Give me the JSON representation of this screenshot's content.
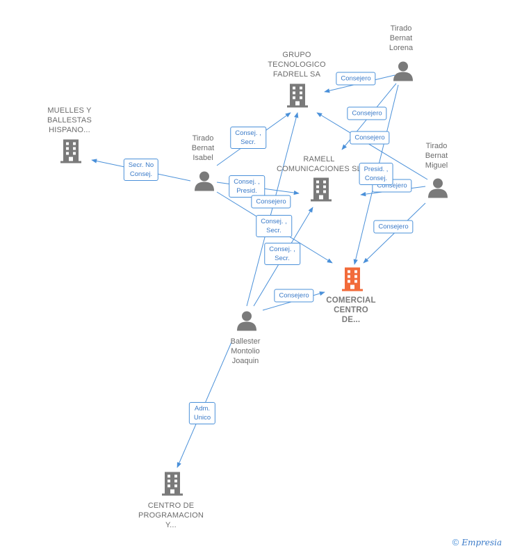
{
  "colors": {
    "edge": "#4a90d9",
    "node": "#7a7a7a",
    "focus": "#f26b3a"
  },
  "nodes": {
    "grupo": "GRUPO\nTECNOLOGICO\nFADRELL SA",
    "muelles": "MUELLES Y\nBALLESTAS\nHISPANO...",
    "ramell": "RAMELL\nCOMUNICACIONES SL",
    "comercial": "COMERCIAL\nCENTRO\nDE...",
    "centro": "CENTRO DE\nPROGRAMACION\nY...",
    "lorena": "Tirado\nBernat\nLorena",
    "isabel": "Tirado\nBernat\nIsabel",
    "miguel": "Tirado\nBernat\nMiguel",
    "joaquin": "Ballester\nMontolio\nJoaquin"
  },
  "edges": {
    "lorena_grupo": "Consejero",
    "lorena_ramell": "Consejero",
    "lorena_comercial": "Presid. ,\nConsej.",
    "miguel_grupo": "Consejero",
    "miguel_ramell": "Consejero",
    "miguel_comercial": "Consejero",
    "isabel_grupo": "Consej. ,\nSecr.",
    "isabel_muelles": "Secr.  No\nConsej.",
    "isabel_ramell": "Consej. ,\nPresid.",
    "isabel_comercial": "Consej. ,\nSecr.",
    "joaquin_grupo": "Consejero",
    "joaquin_ramell": "Consej. ,\nSecr.",
    "joaquin_comercial": "Consejero",
    "joaquin_centro": "Adm.\nUnico"
  },
  "footer": {
    "copyright": "©",
    "brand": "Empresia"
  }
}
